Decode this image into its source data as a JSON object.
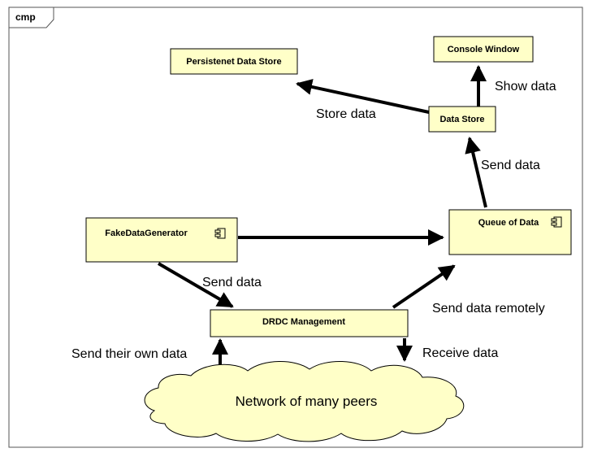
{
  "frame": {
    "label": "cmp"
  },
  "colors": {
    "box_fill": "#ffffc8",
    "stroke": "#000000",
    "background": "#ffffff"
  },
  "components": {
    "persistent_store": {
      "label": "Persistenet Data Store"
    },
    "console_window": {
      "label": "Console Window"
    },
    "data_store": {
      "label": "Data Store"
    },
    "fake_generator": {
      "label": "FakeDataGenerator",
      "icon": "component-icon"
    },
    "queue": {
      "label": "Queue of Data",
      "icon": "component-icon"
    },
    "drdc": {
      "label": "DRDC Management"
    },
    "network": {
      "label": "Network of many peers"
    }
  },
  "edges": {
    "store_data": "Store data",
    "show_data": "Show data",
    "send_data_queue_to_store": "Send data",
    "send_data_generator_to_drdc": "Send data",
    "send_data_remotely": "Send data remotely",
    "send_their_own_data": "Send their own data",
    "receive_data": "Receive data"
  }
}
